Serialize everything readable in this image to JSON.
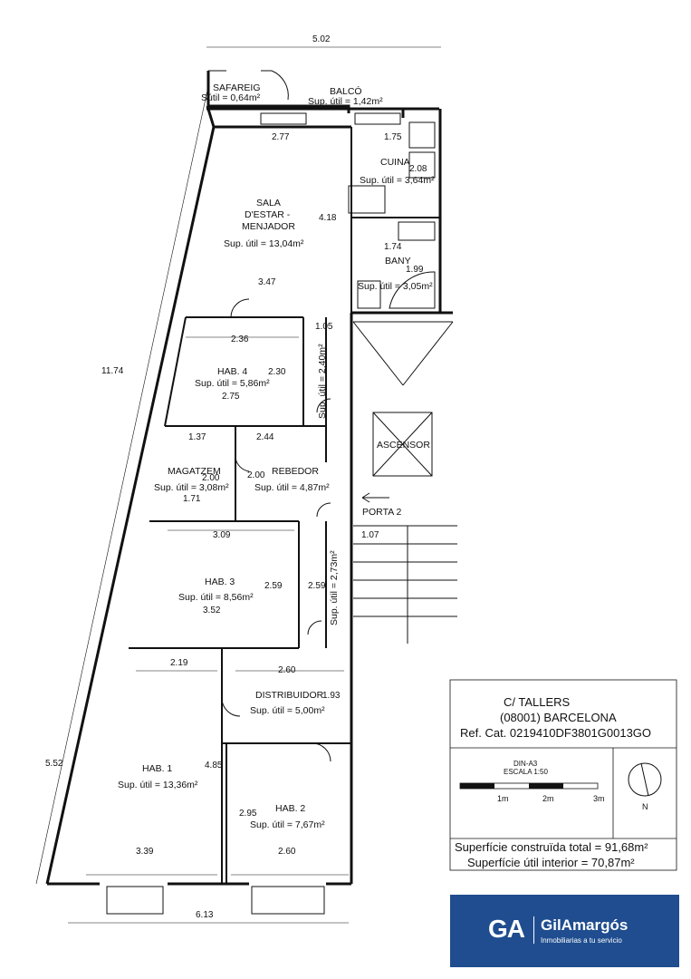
{
  "overall_dims": {
    "top_width": "5.02",
    "left_length": "11.74",
    "left_lower": "5.52",
    "bottom_width": "6.13"
  },
  "rooms": {
    "safareig": {
      "name": "SAFAREIG",
      "area": "Sútil = 0,64m²"
    },
    "balco": {
      "name": "BALCÓ",
      "area": "Sup. útil = 1,42m²"
    },
    "cuina": {
      "name": "CUINA",
      "area": "Sup. útil = 3,64m²"
    },
    "sala": {
      "name_1": "SALA",
      "name_2": "D'ESTAR -",
      "name_3": "MENJADOR",
      "area": "Sup. útil = 13,04m²"
    },
    "bany": {
      "name": "BANY",
      "area": "Sup. útil = 3,05m²"
    },
    "hab4": {
      "name": "HAB. 4",
      "area": "Sup. útil = 5,86m²"
    },
    "magatzem": {
      "name": "MAGATZEM",
      "area": "Sup. útil = 3,08m²"
    },
    "rebedor": {
      "name": "REBEDOR",
      "area": "Sup. útil = 4,87m²"
    },
    "pasadis_top": {
      "area": "Sup. útil = 2,40m²"
    },
    "pasadis_mid": {
      "area": "Sup. útil = 2,73m²"
    },
    "hab3": {
      "name": "HAB. 3",
      "area": "Sup. útil = 8,56m²"
    },
    "distribuidor": {
      "name": "DISTRIBUIDOR",
      "area": "Sup. útil = 5,00m²"
    },
    "hab1": {
      "name": "HAB. 1",
      "area": "Sup. útil = 13,36m²"
    },
    "hab2": {
      "name": "HAB. 2",
      "area": "Sup. útil = 7,67m²"
    }
  },
  "dims": {
    "d277": "2.77",
    "d175": "1.75",
    "d208": "2.08",
    "d418": "4.18",
    "d174": "1.74",
    "d199": "1.99",
    "d347": "3.47",
    "d105": "1.05",
    "d236": "2.36",
    "d230": "2.30",
    "d275": "2.75",
    "d137": "1.37",
    "d244": "2.44",
    "d200a": "2.00",
    "d200b": "2.00",
    "d171": "1.71",
    "d309": "3.09",
    "d259a": "2.59",
    "d259b": "2.59",
    "d352": "3.52",
    "d107": "1.07",
    "d219": "2.19",
    "d260a": "2.60",
    "d193": "1.93",
    "d485": "4.85",
    "d295": "2.95",
    "d339": "3.39",
    "d260b": "2.60"
  },
  "labels": {
    "ascensor": "ASCENSOR",
    "porta": "PORTA 2"
  },
  "titleblock": {
    "street": "C/ TALLERS",
    "city": "(08001) BARCELONA",
    "ref": "Ref. Cat. 0219410DF3801G0013GO",
    "format": "DIN-A3",
    "scale": "ESCALA 1:50",
    "scale_ticks": [
      "1m",
      "2m",
      "3m"
    ],
    "north": "N",
    "built_area": "Superfície construïda total = 91,68m²",
    "useful_area": "Superfície útil interior = 70,87m²"
  },
  "brand": {
    "mark": "GA",
    "name": "GilAmargós",
    "tagline": "Inmobiliarias a tu servicio",
    "color": "#1f4d8f"
  }
}
